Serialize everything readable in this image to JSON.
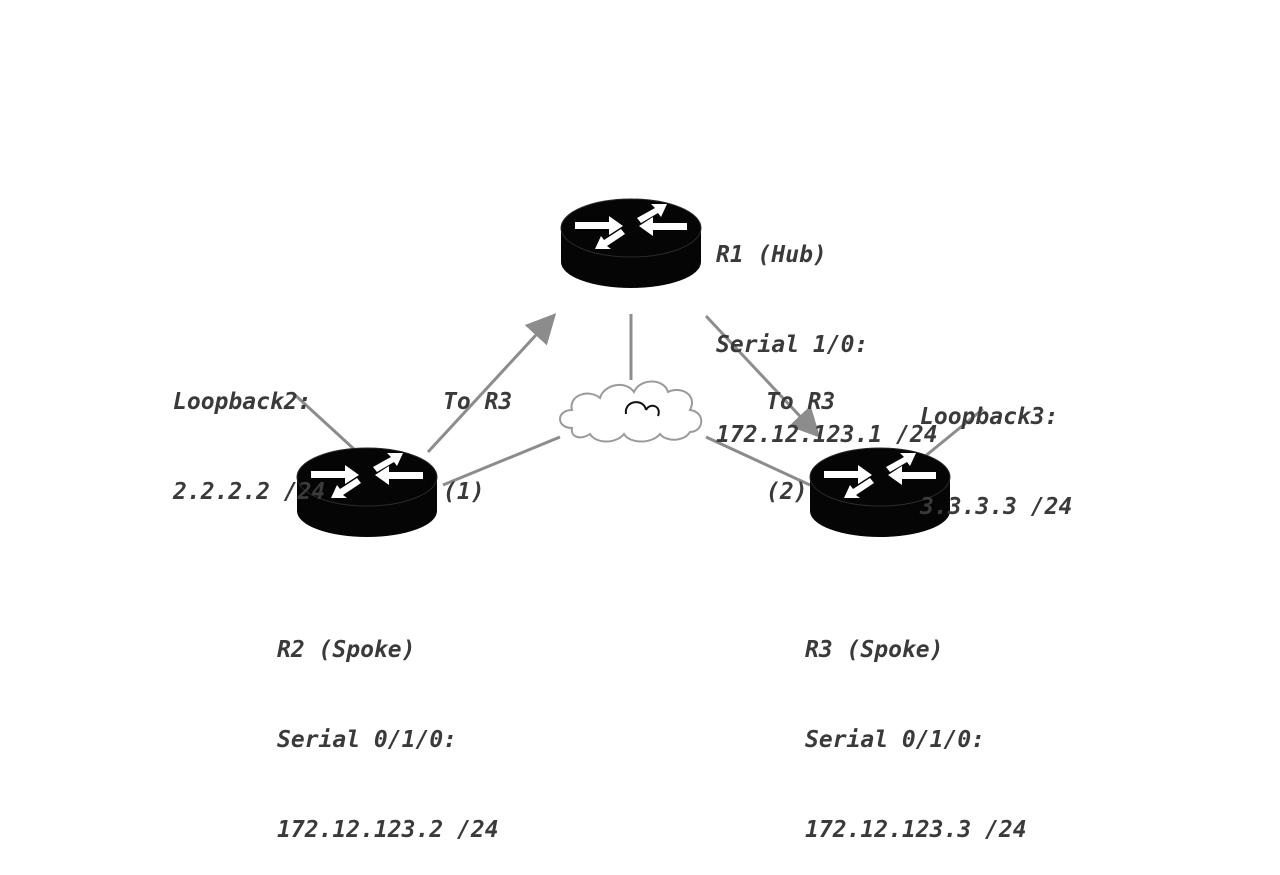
{
  "colors": {
    "router_body": "#050505",
    "router_arrow": "#ffffff",
    "link_line": "#8c8c8c",
    "flow_arrow": "#8c8c8c",
    "cloud_outline": "#9a9a9a",
    "text": "#3a3a3a"
  },
  "routers": [
    {
      "id": "r1",
      "icon": "router-icon",
      "lines": [
        "R1 (Hub)",
        "Serial 1/0:",
        "172.12.123.1 /24"
      ]
    },
    {
      "id": "r2",
      "icon": "router-icon",
      "lines": [
        "R2 (Spoke)",
        "Serial 0/1/0:",
        "172.12.123.2 /24"
      ]
    },
    {
      "id": "r3",
      "icon": "router-icon",
      "lines": [
        "R3 (Spoke)",
        "Serial 0/1/0:",
        "172.12.123.3 /24"
      ]
    }
  ],
  "loopbacks": [
    {
      "id": "r2",
      "lines": [
        "Loopback2:",
        "2.2.2.2 /24"
      ]
    },
    {
      "id": "r3",
      "lines": [
        "Loopback3:",
        "3.3.3.3 /24"
      ]
    }
  ],
  "flow_arrows": [
    {
      "id": "step1",
      "lines": [
        "To R3",
        "(1)"
      ]
    },
    {
      "id": "step2",
      "lines": [
        "To R3",
        "(2)"
      ]
    }
  ],
  "network": {
    "icon": "frame-relay-cloud-icon"
  }
}
